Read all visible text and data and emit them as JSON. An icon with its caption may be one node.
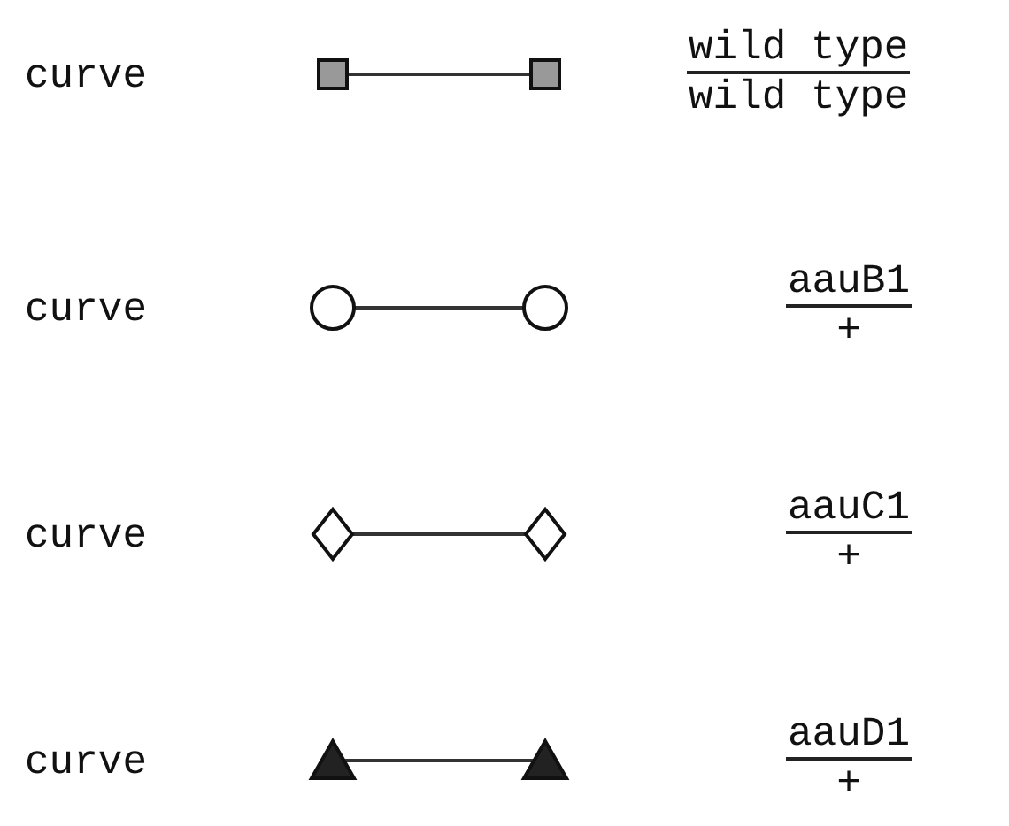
{
  "diagram": {
    "legend": [
      {
        "text": "curve"
      },
      {
        "text": "curve"
      },
      {
        "text": "curve"
      },
      {
        "text": "curve"
      }
    ],
    "labels": [
      "wild type",
      "wild type",
      "aauB1",
      "+",
      "aauC1",
      "+",
      "aauD1",
      "+"
    ]
  }
}
